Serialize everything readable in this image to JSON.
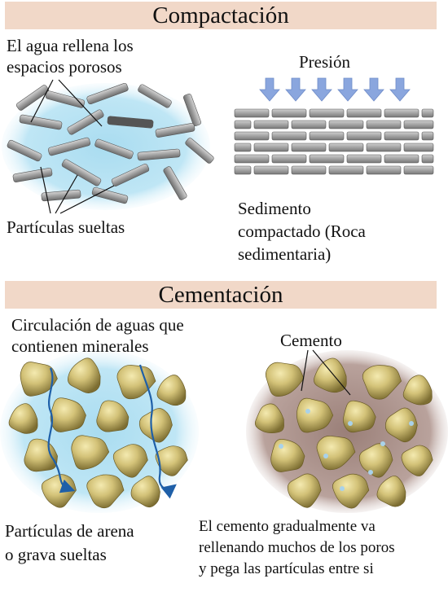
{
  "compactacion": {
    "title": "Compactación",
    "label_water": [
      "El agua rellena los",
      "espacios porosos"
    ],
    "label_loose": "Partículas sueltas",
    "label_pressure": "Presión",
    "label_compacted": [
      "Sedimento",
      "compactado (Roca",
      "sedimentaria)"
    ]
  },
  "cementacion": {
    "title": "Cementación",
    "label_circulation": [
      "Circulación de aguas que",
      "contienen minerales"
    ],
    "label_cement": "Cemento",
    "label_sand": [
      "Partículas de arena",
      "o grava sueltas"
    ],
    "label_cement_desc": [
      "El cemento gradualmente va",
      "rellenando muchos de los poros",
      "y pega las partículas entre si"
    ]
  },
  "colors": {
    "title_band": "#f1d8c8",
    "water": "#a9dcf0",
    "arrow": "#8aa6de",
    "grain": "#c8b564",
    "cement": "#9a7f78",
    "channel": "#1e5fa8"
  }
}
